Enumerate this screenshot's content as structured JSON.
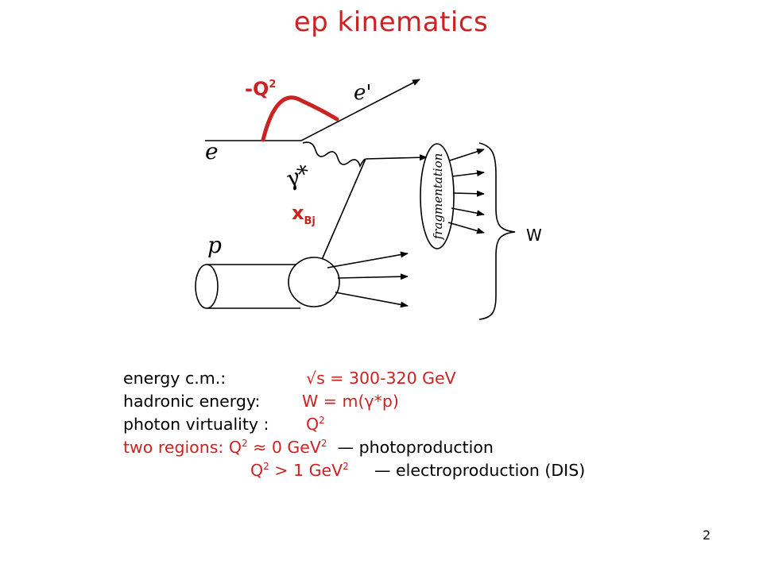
{
  "title": "ep kinematics",
  "diagram": {
    "label_e_in": "e",
    "label_e_out": "e'",
    "label_p": "p",
    "label_gamma": "γ*",
    "label_Q2": "-Q",
    "label_Q2_sup": "2",
    "label_x": "x",
    "label_x_sub": "Bj",
    "label_fragmentation": "fragmentation",
    "label_W": "W"
  },
  "info": {
    "row1_label": "energy c.m.:",
    "row1_value": "√s = 300-320 GeV",
    "row2_label": "hadronic energy:",
    "row2_value": "W = m(γ*p)",
    "row3_label": "photon virtuality :",
    "row3_Q": "Q",
    "row3_sup": "2",
    "row4_prefix": "two regions:",
    "row4_Q": "Q",
    "row4_sup": "2",
    "row4_mid": "≈ 0 GeV",
    "row4_sup2": "2",
    "row4_dash": "—",
    "row4_desc": "photoproduction",
    "row5_Q": "Q",
    "row5_sup": "2",
    "row5_mid": "> 1 GeV",
    "row5_sup2": "2",
    "row5_dash": "—",
    "row5_desc": "electroproduction (DIS)"
  },
  "page_number": "2",
  "colors": {
    "accent": "#cc2222",
    "ink": "#000000"
  }
}
